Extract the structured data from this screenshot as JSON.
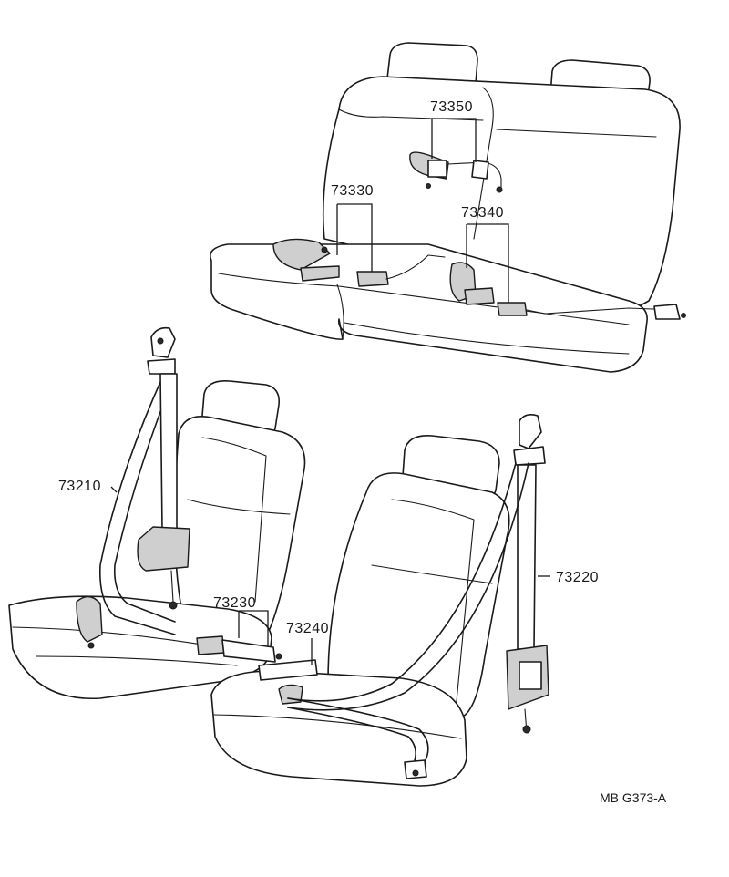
{
  "parts": {
    "p73350": "73350",
    "p73330": "73330",
    "p73340": "73340",
    "p73210": "73210",
    "p73220": "73220",
    "p73230": "73230",
    "p73240": "73240"
  },
  "diagram_code": "MB G373-A"
}
